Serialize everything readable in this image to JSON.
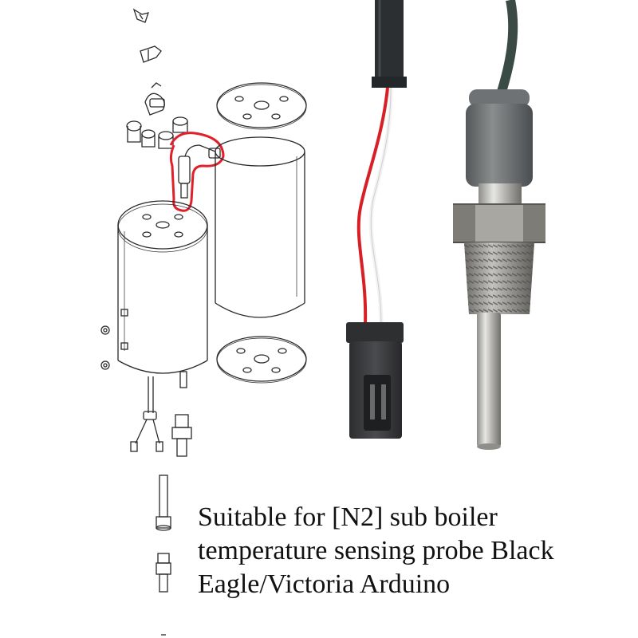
{
  "caption": {
    "lines": [
      "Suitable for [N2] sub boiler",
      "temperature sensing probe Black",
      "Eagle/Victoria Arduino"
    ]
  },
  "colors": {
    "background": "#ffffff",
    "diagram_line": "#2a2a2a",
    "highlight": "#e0202a",
    "cable_black": "#2b2f31",
    "wire_red": "#d91f26",
    "wire_white": "#f2f2f2",
    "connector": "#3c3d3f",
    "probe_steel": "#b9b9b6",
    "thread_steel": "#8d8c87",
    "caption_text": "#111111"
  },
  "icons": {
    "exploded_diagram": "boiler-exploded-diagram",
    "probe_photo": "temperature-probe-photo"
  }
}
